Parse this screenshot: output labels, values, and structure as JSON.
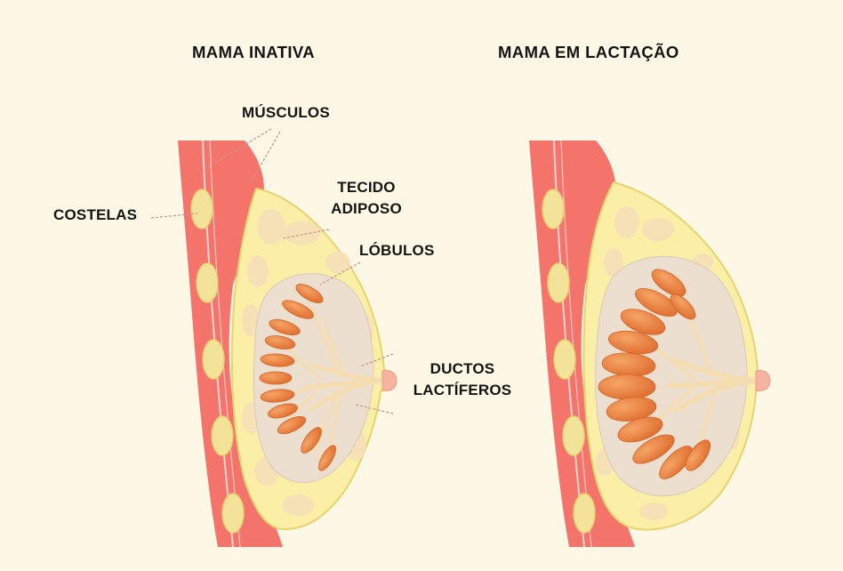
{
  "titles": {
    "left": "MAMA INATIVA",
    "right": "MAMA EM LACTAÇÃO"
  },
  "labels": {
    "musculos": "MÚSCULOS",
    "costelas": "COSTELAS",
    "tecido_line1": "TECIDO",
    "tecido_line2": "ADIPOSO",
    "lobulos": "LÓBULOS",
    "ductos_line1": "DUCTOS",
    "ductos_line2": "LACTÍFEROS"
  },
  "colors": {
    "background": "#fdf8e6",
    "muscle": "#f4736b",
    "muscle_edge": "#ee5c55",
    "fat": "#fbefa8",
    "fat_edge": "#e9d36c",
    "fat_lobe": "#f6deb8",
    "gland_bg": "#ecdfd0",
    "lobule": "#e57a3a",
    "lobule_light": "#f29a55",
    "duct": "#f6ddb0",
    "nipple": "#f7b3a0",
    "rib": "#f3e39a",
    "leader": "#c3998f"
  }
}
